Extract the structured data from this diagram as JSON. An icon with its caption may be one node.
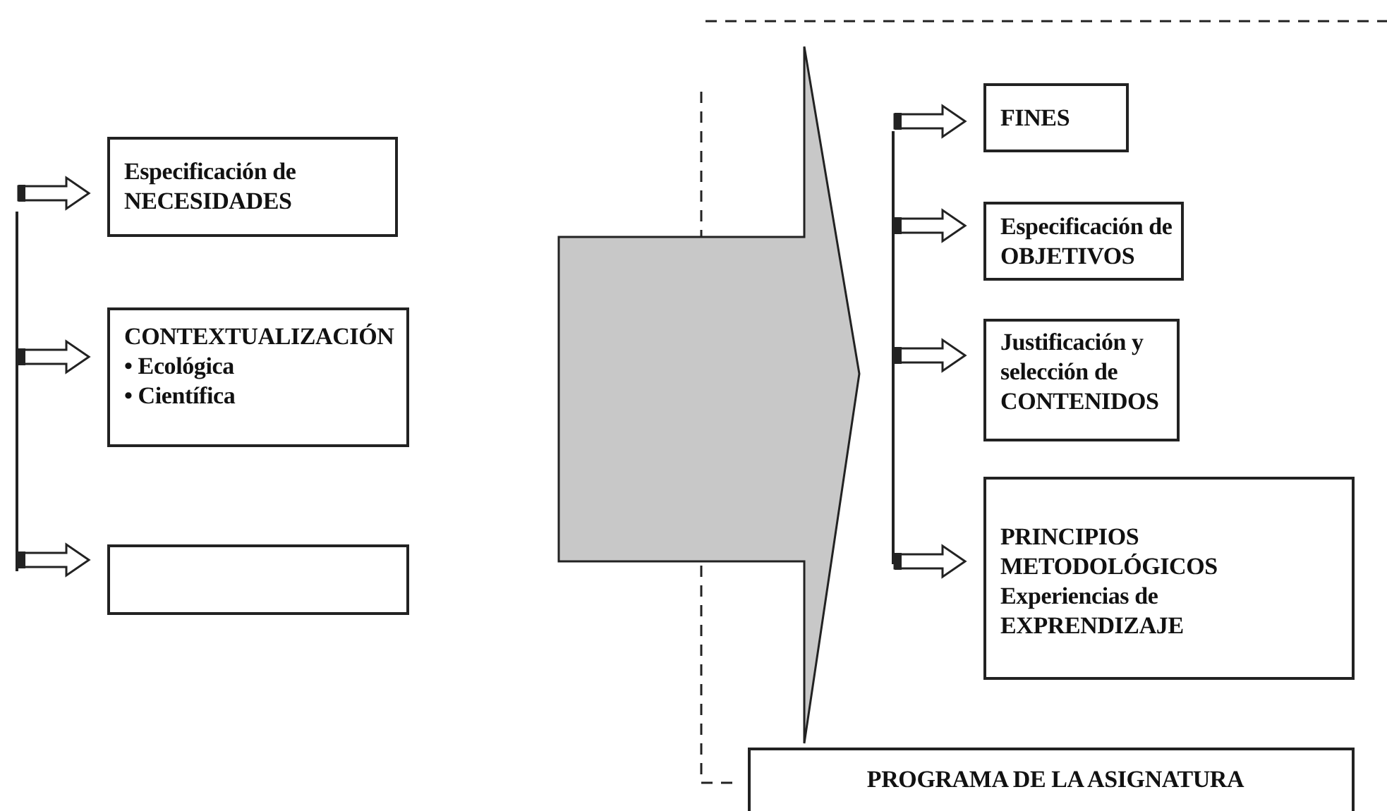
{
  "diagram": {
    "nodes": [
      {
        "text": [
          "Especificación de NECESIDADES"
        ]
      },
      {
        "text": [
          "CONTEXTUALIZACIÓN",
          "• Ecológica",
          "• Científica"
        ]
      },
      {
        "text": [],
        "shape": "box"
      },
      {
        "text": [],
        "shape": "arrow"
      },
      {
        "text": [
          "FINES"
        ]
      },
      {
        "text": [
          "Especificación de OBJETIVOS"
        ]
      },
      {
        "text": [
          "Justificación y selección de CONTENIDOS"
        ]
      },
      {
        "text": [
          "PRINCIPIOS METODOLÓGICOS",
          "Experiencias de EXPRENDIZAJE"
        ]
      },
      {
        "text": [
          "PROGRAMA DE LA ASIGNATURA"
        ]
      }
    ],
    "edges": [
      {
        "from": null,
        "to": 0,
        "arrow": "to"
      },
      {
        "from": null,
        "to": 1,
        "arrow": "to"
      },
      {
        "from": null,
        "to": 2,
        "arrow": "to"
      },
      {
        "from": null,
        "to": 4,
        "arrow": "to"
      },
      {
        "from": null,
        "to": 5,
        "arrow": "to"
      },
      {
        "from": null,
        "to": 6,
        "arrow": "to"
      },
      {
        "from": null,
        "to": 7,
        "arrow": "to"
      }
    ]
  }
}
